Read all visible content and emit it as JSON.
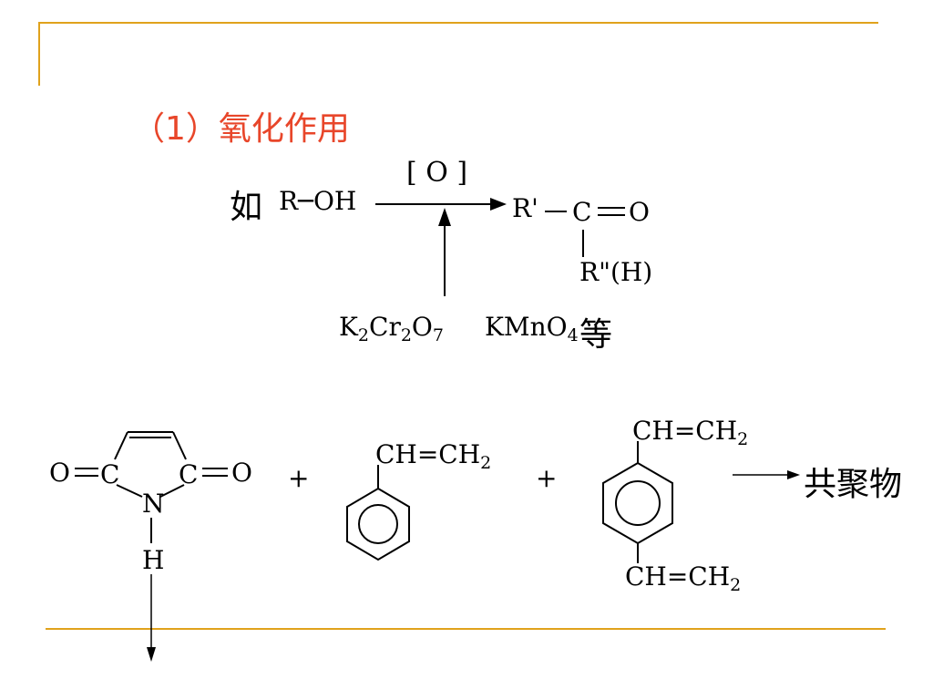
{
  "slide": {
    "title": "（1）氧化作用"
  },
  "reaction1": {
    "prefix": "如",
    "reactant": "R─OH",
    "reagent_bracket": "[ O ]",
    "product_r_prime": "R'",
    "product_carbonyl_c": "C",
    "product_oxygen": "O",
    "product_substituent": "R\"(H)",
    "oxidant_1": {
      "k": "K",
      "k_sub": "2",
      "cr": "Cr",
      "cr_sub": "2",
      "o": "O",
      "o_sub": "7"
    },
    "oxidant_2": {
      "kmno": "KMnO",
      "sub": "4"
    },
    "oxidant_suffix": "等"
  },
  "reaction2": {
    "maleimide": {
      "left_o": "O",
      "left_c": "C",
      "right_c": "C",
      "right_o": "O",
      "n": "N",
      "h": "H"
    },
    "plus_1": "+",
    "styrene_group": "CH=CH",
    "styrene_sub": "2",
    "plus_2": "+",
    "dvb_top_group": "CH=CH",
    "dvb_top_sub": "2",
    "dvb_bottom_group": "CH=CH",
    "dvb_bottom_sub": "2",
    "product": "共聚物"
  }
}
